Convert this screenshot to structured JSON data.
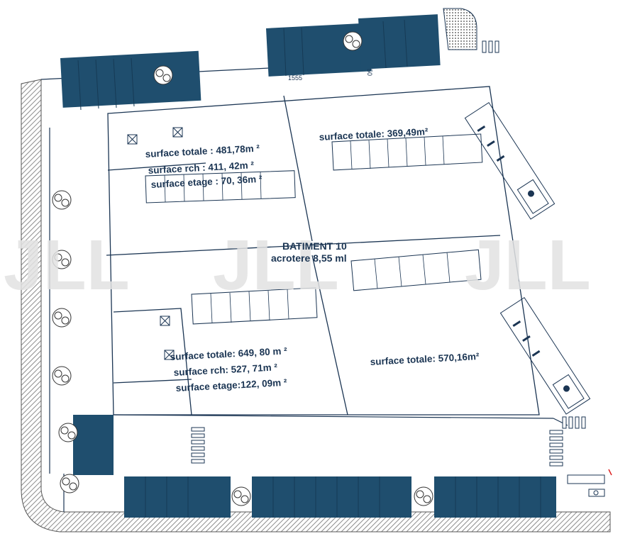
{
  "plan": {
    "building": {
      "name": "BATIMENT 10",
      "acrotere": "acrotere 8,55 ml"
    },
    "units": [
      {
        "id": "top-left",
        "lines": [
          "surface totale : 481,78m ²",
          "surface rch : 411, 42m ²",
          "surface etage : 70, 36m ²"
        ]
      },
      {
        "id": "top-right",
        "lines": [
          "surface totale: 369,49m²"
        ]
      },
      {
        "id": "bottom-left",
        "lines": [
          "surface totale: 649, 80 m ²",
          "surface rch: 527, 71m ²",
          "surface etage:122, 09m ²"
        ]
      },
      {
        "id": "bottom-right",
        "lines": [
          "surface totale: 570,16m²"
        ]
      }
    ],
    "small_marks": [
      "1555",
      "50"
    ],
    "watermark": {
      "text": "JLL",
      "repeat": 3
    },
    "colors": {
      "line": "#1b3553",
      "parking": "#1f4e6e",
      "parking_dark": "#163a55",
      "hatch": "#8c8c8c",
      "watermark": "#e2e2e2"
    },
    "icons": [
      "tree-icon",
      "roof-hatch-icon",
      "vehicle-icon"
    ]
  }
}
